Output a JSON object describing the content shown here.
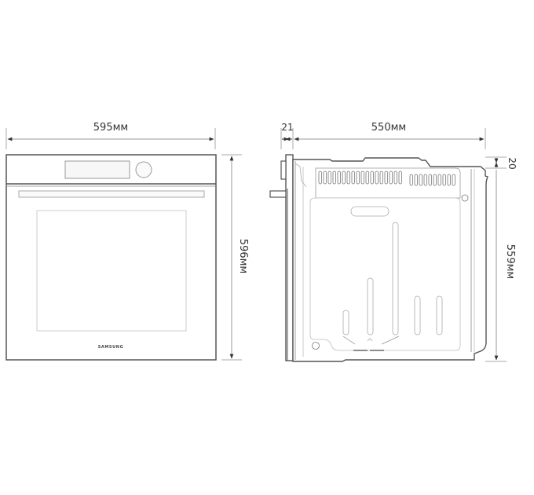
{
  "front_view": {
    "width_label": "595мм",
    "height_label": "596мм",
    "brand_label": "SAMSUNG",
    "parts": [
      "control-panel",
      "display",
      "control-knob",
      "door-handle",
      "door-window"
    ]
  },
  "side_view": {
    "depth_label": "550мм",
    "door_thickness_label": "21",
    "top_offset_label": "20",
    "body_height_label": "559мм",
    "parts": [
      "door",
      "handle",
      "vent-slots",
      "body-panel",
      "mounting-holes"
    ]
  },
  "colors": {
    "outline": "#555555",
    "dim_line": "#999999",
    "text": "#333333",
    "background": "#ffffff"
  }
}
